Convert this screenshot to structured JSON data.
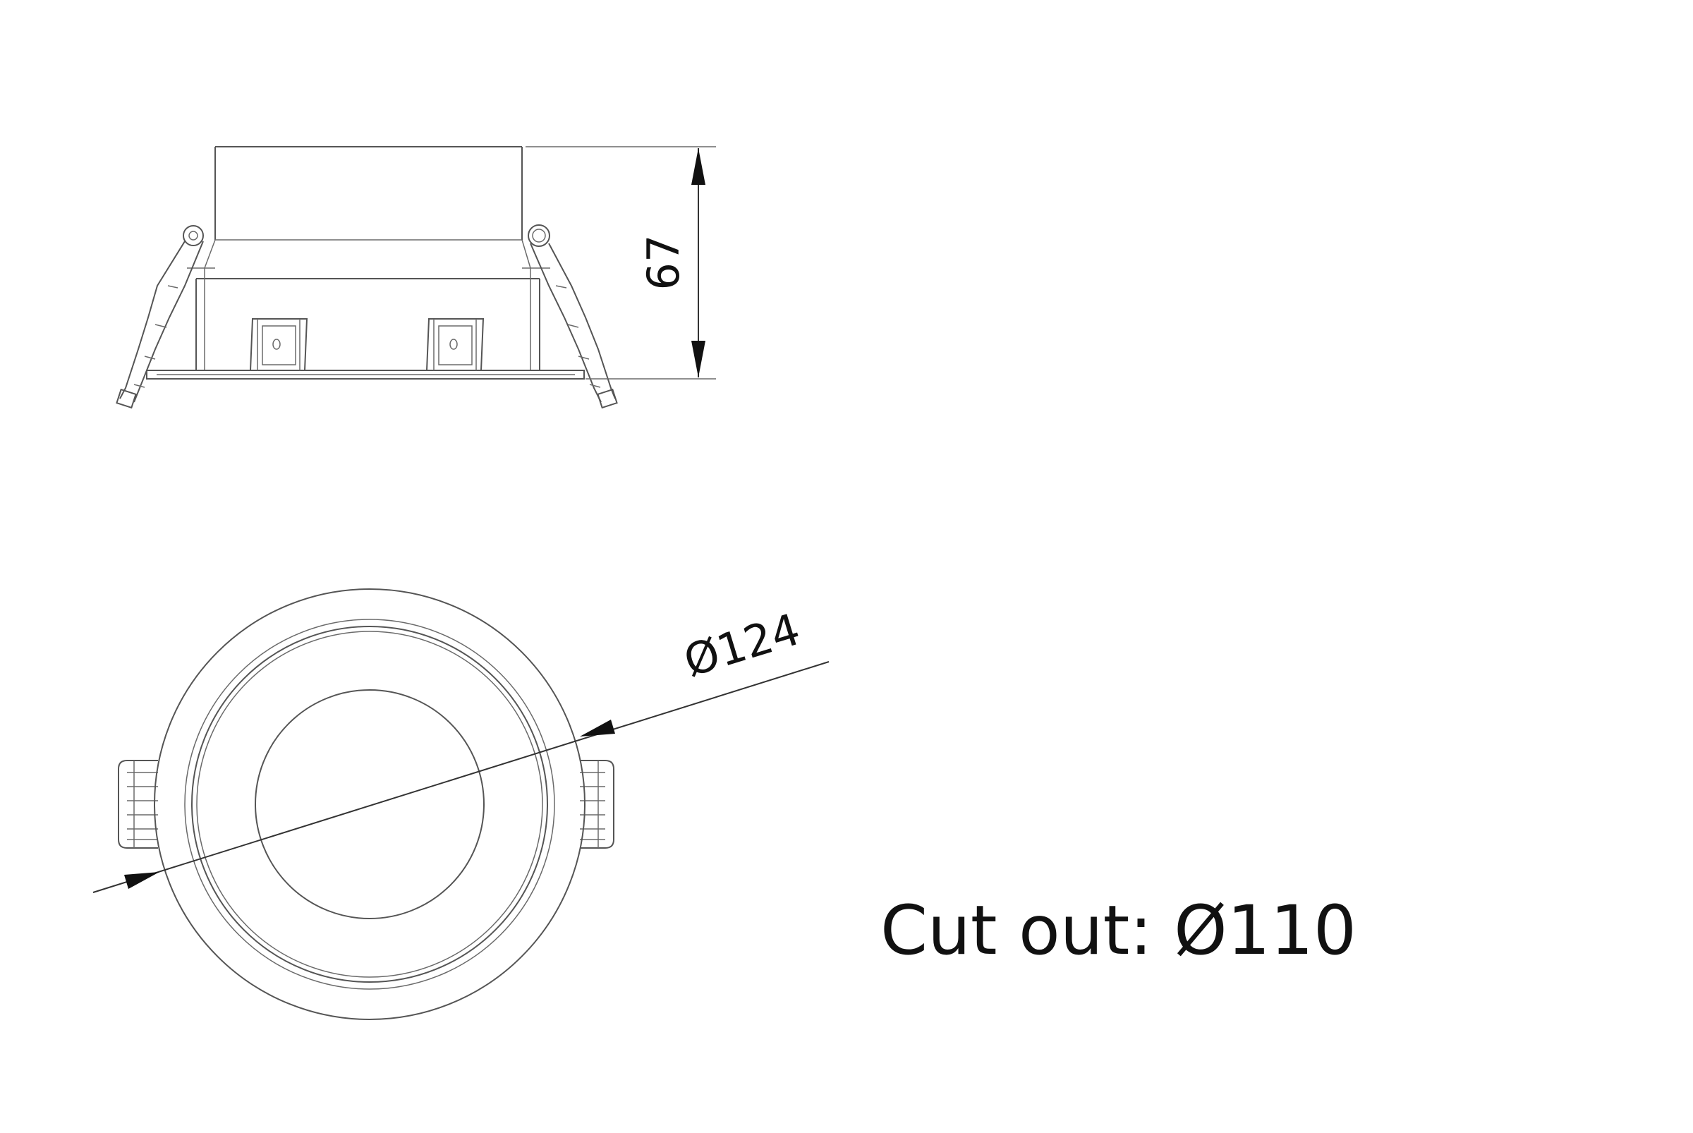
{
  "diagram": {
    "side_view": {
      "height_label": "67"
    },
    "top_view": {
      "diameter_label": "Ø124"
    },
    "cut_out_label": "Cut out: Ø110",
    "colors": {
      "background": "#ffffff",
      "line": "#555555",
      "dimension": "#333333",
      "text": "#111111"
    }
  }
}
